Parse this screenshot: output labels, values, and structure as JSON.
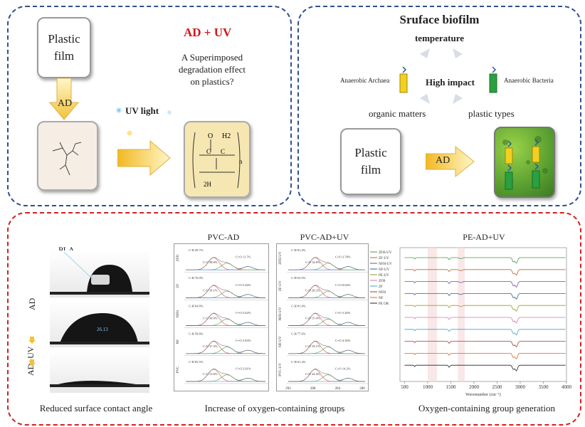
{
  "top_left": {
    "film_label": "Plastic\nfilm",
    "ad_arrow_label": "AD",
    "title": "AD + UV",
    "question": "A Superimposed degradation effect on plastics?",
    "uv_label": "UV light",
    "structure": {
      "o": "O",
      "h2": "H2",
      "c": "C",
      "n": "n",
      "h": "2H"
    }
  },
  "top_right": {
    "title": "Sruface biofilm",
    "factor_top": "temperature",
    "factor_left": "Anaerobic Archaea",
    "factor_center": "High impact",
    "factor_right": "Anaerobic Bacteria",
    "factor_bottom_left": "organic matters",
    "factor_bottom_right": "plastic types",
    "film_label": "Plastic\nfilm",
    "ad_label": "AD"
  },
  "bottom": {
    "contact": {
      "pla_label": "PLA",
      "ad_label": "AD",
      "adv_label": "AD+UV",
      "angle_label": "26.13",
      "caption": "Reduced surface contact angle"
    },
    "caption_middle": "Increase of oxygen-containing groups",
    "caption_right": "Oxygen-containing group generation"
  },
  "chart_data": [
    {
      "type": "line",
      "title": "PVC-AD",
      "panels": [
        {
          "label": "ZFH",
          "peak1": "C-H 49.7%",
          "peak2": "C-O 38.8%",
          "peak3": "C=O 11.7%"
        },
        {
          "label": "ZF",
          "peak1": "C-H 76.0%",
          "peak2": "C-O 18.1%",
          "peak3": "C=O 5.26%"
        },
        {
          "label": "NFH",
          "peak1": "C-H 64.8%",
          "peak2": "C-O 30.0%",
          "peak3": "C=O 5.62%"
        },
        {
          "label": "NF",
          "peak1": "C-H 58.8%",
          "peak2": "C-O 37.4%",
          "peak3": "C=O 3.83%"
        },
        {
          "label": "PVC",
          "peak1": "C-H 83.5%",
          "peak2": "C-O 13.6%",
          "peak3": "C=O 2.91%"
        }
      ]
    },
    {
      "type": "line",
      "title": "PVC-AD+UV",
      "xticks": [
        "292",
        "288",
        "284",
        "280"
      ],
      "panels": [
        {
          "label": "ZFH-UV",
          "peak1": "C-H 81.4%",
          "peak2": "C-O 14.8%",
          "peak3": "C=O 3.78%"
        },
        {
          "label": "ZF-UV",
          "peak1": "C-H 63.9%",
          "peak2": "C-O 28.2%",
          "peak3": "C=O 8.04%"
        },
        {
          "label": "NFH-UV",
          "peak1": "C-H 81.4%",
          "peak2": "C-O 15.4%",
          "peak3": "C=O 3.20%"
        },
        {
          "label": "NF-UV",
          "peak1": "C-H 77.6%",
          "peak2": "C-O 18.1%",
          "peak3": "C=O 4.30%"
        },
        {
          "label": "PVC-UV",
          "peak1": "C-H 61.4%",
          "peak2": "C-O 24.4%",
          "peak3": "C=O 14.2%"
        }
      ]
    },
    {
      "type": "line",
      "title": "PE-AD+UV",
      "xlabel": "Wavenumber (cm⁻¹)",
      "xticks": [
        "500",
        "1000",
        "1500",
        "2000",
        "2500",
        "3000",
        "3500",
        "4000"
      ],
      "xlim": [
        400,
        4000
      ],
      "series": [
        {
          "name": "ZFH-UV",
          "color": "#4a9a4a"
        },
        {
          "name": "ZF-UV",
          "color": "#b06a3a"
        },
        {
          "name": "NFH-UV",
          "color": "#7a4aa0"
        },
        {
          "name": "NF-UV",
          "color": "#3a5a9a"
        },
        {
          "name": "PE-UV",
          "color": "#9a9a2a"
        },
        {
          "name": "ZFH",
          "color": "#d07ab0"
        },
        {
          "name": "ZF",
          "color": "#4aa0c0"
        },
        {
          "name": "NFH",
          "color": "#a03a3a"
        },
        {
          "name": "NF",
          "color": "#d06a2a"
        },
        {
          "name": "PE OR",
          "color": "#222222"
        }
      ]
    }
  ]
}
